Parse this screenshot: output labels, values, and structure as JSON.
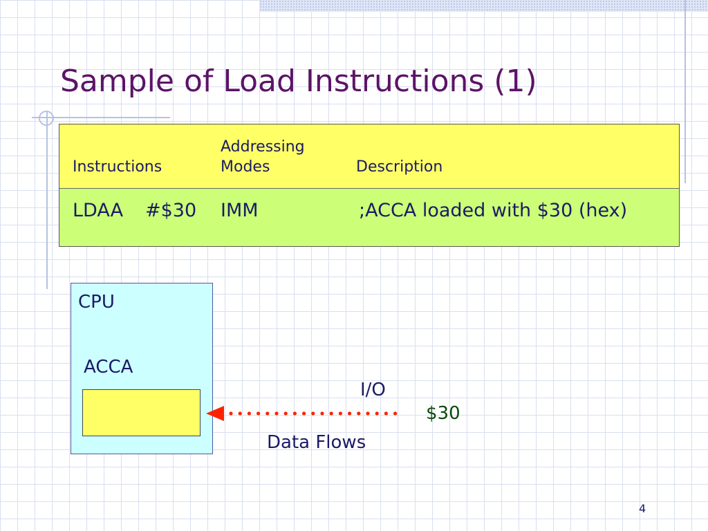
{
  "slide": {
    "title": "Sample of Load Instructions (1)",
    "page_number": "4"
  },
  "table": {
    "header": {
      "instructions": "Instructions",
      "addressing": "Addressing",
      "modes": "Modes",
      "description": "Description"
    },
    "row": {
      "mnemonic": "LDAA",
      "operand": "#$30",
      "mode": "IMM",
      "description": ";ACCA loaded with $30 (hex)"
    }
  },
  "diagram": {
    "cpu_label": "CPU",
    "acca_label": "ACCA",
    "io_label": "I/O",
    "value": "$30",
    "flow_caption": "Data Flows",
    "arrow_color": "#ff2200"
  },
  "colors": {
    "title": "#5b1466",
    "header_fill": "#ffff66",
    "row_fill": "#ccff77",
    "cpu_fill": "#ccffff",
    "register_fill": "#ffff66",
    "value_text": "#0a4a0a"
  }
}
